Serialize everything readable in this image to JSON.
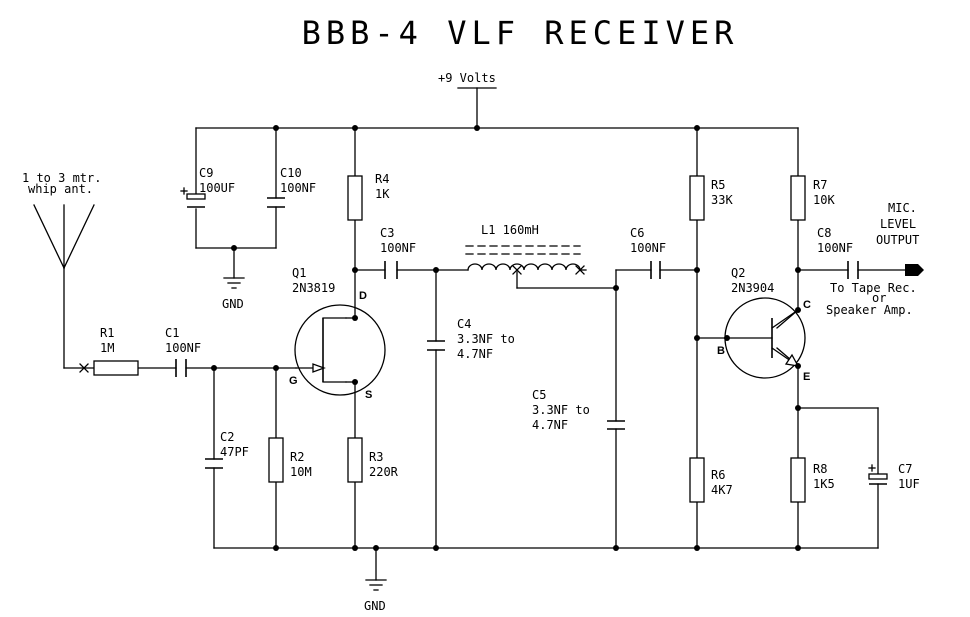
{
  "title": "BBB-4  VLF RECEIVER",
  "supply_label": "+9 Volts",
  "ground_label": "GND",
  "antenna": {
    "line1": "1 to 3 mtr.",
    "line2": "whip ant."
  },
  "output": {
    "line1": "MIC.",
    "line2": "LEVEL",
    "line3": "OUTPUT"
  },
  "output_note": {
    "line1": "To Tape Rec.",
    "line2": "or",
    "line3": "Speaker Amp."
  },
  "components": {
    "r1": {
      "ref": "R1",
      "value": "1M"
    },
    "r2": {
      "ref": "R2",
      "value": "10M"
    },
    "r3": {
      "ref": "R3",
      "value": "220R"
    },
    "r4": {
      "ref": "R4",
      "value": "1K"
    },
    "r5": {
      "ref": "R5",
      "value": "33K"
    },
    "r6": {
      "ref": "R6",
      "value": "4K7"
    },
    "r7": {
      "ref": "R7",
      "value": "10K"
    },
    "r8": {
      "ref": "R8",
      "value": "1K5"
    },
    "c1": {
      "ref": "C1",
      "value": "100NF"
    },
    "c2": {
      "ref": "C2",
      "value": "47PF"
    },
    "c3": {
      "ref": "C3",
      "value": "100NF"
    },
    "c4": {
      "ref": "C4",
      "value1": "3.3NF to",
      "value2": "4.7NF"
    },
    "c5": {
      "ref": "C5",
      "value1": "3.3NF to",
      "value2": "4.7NF"
    },
    "c6": {
      "ref": "C6",
      "value": "100NF"
    },
    "c7": {
      "ref": "C7",
      "value": "1UF"
    },
    "c8": {
      "ref": "C8",
      "value": "100NF"
    },
    "c9": {
      "ref": "C9",
      "value": "100UF"
    },
    "c10": {
      "ref": "C10",
      "value": "100NF"
    },
    "l1": {
      "label": "L1  160mH"
    },
    "q1": {
      "ref": "Q1",
      "part": "2N3819",
      "pin_d": "D",
      "pin_g": "G",
      "pin_s": "S"
    },
    "q2": {
      "ref": "Q2",
      "part": "2N3904",
      "pin_b": "B",
      "pin_c": "C",
      "pin_e": "E"
    }
  }
}
